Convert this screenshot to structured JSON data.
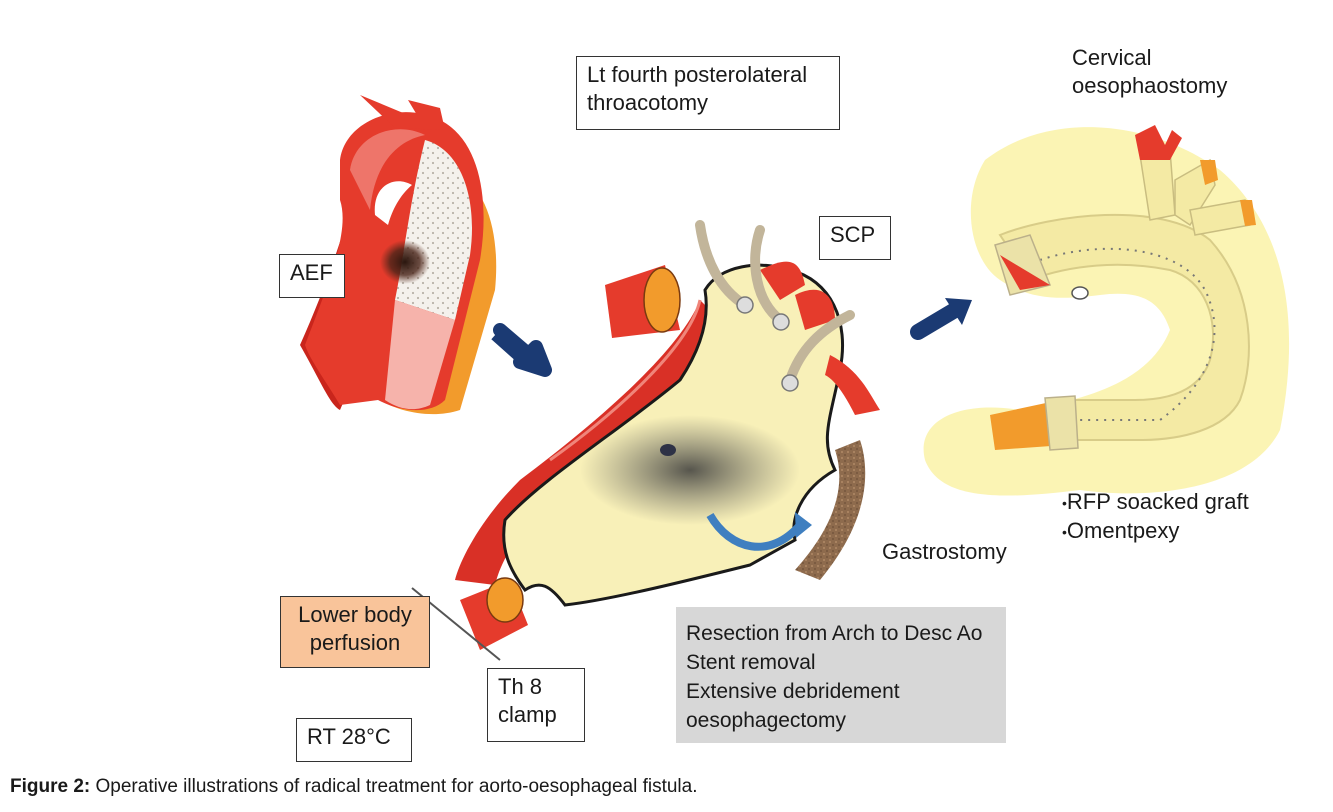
{
  "labels": {
    "thoracotomy": [
      "Lt fourth posterolateral",
      "throacotomy"
    ],
    "cervical": [
      "Cervical",
      "oesophaostomy"
    ],
    "aef": "AEF",
    "scp": "SCP",
    "gastrostomy": "Gastrostomy",
    "lower_body": [
      "Lower body",
      "perfusion"
    ],
    "clamp": [
      "Th 8",
      "clamp"
    ],
    "rt": "RT 28°C",
    "graft_bullets": [
      "RFP soacked graft",
      "Omentpexy"
    ],
    "procedures": [
      "Resection from Arch to Desc Ao",
      "Stent removal",
      "Extensive debridement",
      "oesophagectomy"
    ]
  },
  "caption": {
    "prefix": "Figure 2:",
    "text": "Operative illustrations of radical treatment for aorto-oesophageal fistula."
  },
  "colors": {
    "aorta_red": "#e53b2c",
    "aorta_light": "#f0857a",
    "orange": "#f29b2c",
    "cream": "#f8f0b8",
    "graft_yellow": "#fbf3ac",
    "arrow_blue": "#1b3a73",
    "curved_arrow": "#3f7fc0",
    "gauze_brown": "#8e6b4d",
    "peach_box": "#f9c49a",
    "gray_box": "#d7d7d7"
  }
}
